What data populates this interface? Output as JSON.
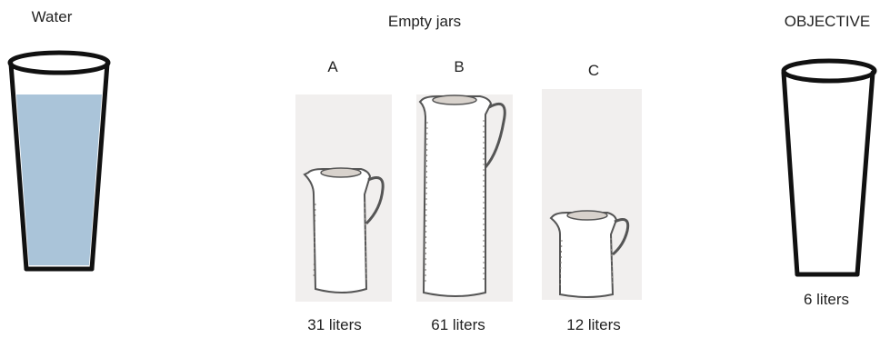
{
  "water": {
    "label": "Water"
  },
  "jars_header": "Empty jars",
  "jars": [
    {
      "letter": "A",
      "capacity": "31 liters"
    },
    {
      "letter": "B",
      "capacity": "61 liters"
    },
    {
      "letter": "C",
      "capacity": "12 liters"
    }
  ],
  "objective": {
    "label": "OBJECTIVE",
    "amount": "6 liters"
  },
  "colors": {
    "water_fill": "#aac4d9",
    "outline": "#111111",
    "panel": "#f1efee"
  }
}
